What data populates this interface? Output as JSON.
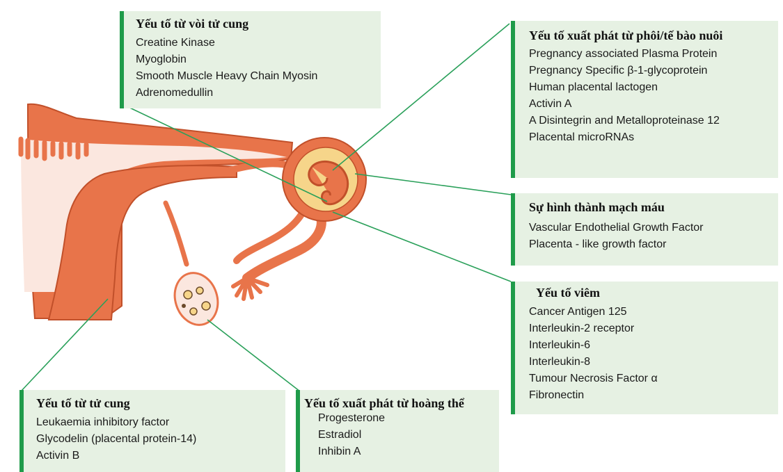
{
  "boxes": {
    "tube": {
      "title": "Yếu tố từ vòi tử cung",
      "items": [
        "Creatine Kinase",
        "Myoglobin",
        "Smooth Muscle Heavy Chain Myosin",
        "Adrenomedullin"
      ]
    },
    "embryo": {
      "title": "Yếu tố xuất phát từ phôi/tế bào nuôi",
      "items": [
        "Pregnancy associated Plasma Protein",
        "Pregnancy Specific β-1-glycoprotein",
        "Human placental lactogen",
        "Activin A",
        "A Disintegrin and Metalloproteinase 12",
        "Placental microRNAs"
      ]
    },
    "vessel": {
      "title": "Sự hình thành mạch máu",
      "items": [
        "Vascular Endothelial Growth Factor",
        "Placenta - like growth factor"
      ]
    },
    "inflammation": {
      "title": "Yếu tố viêm",
      "items": [
        "Cancer Antigen 125",
        "Interleukin-2 receptor",
        "Interleukin-6",
        "Interleukin-8",
        "Tumour Necrosis Factor α",
        "Fibronectin"
      ]
    },
    "uterus": {
      "title": "Yếu tố từ tử cung",
      "items": [
        "Leukaemia inhibitory factor",
        "Glycodelin (placental protein-14)",
        "Activin B"
      ]
    },
    "corpus_luteum": {
      "title": "Yếu tố xuất phát từ hoàng thể",
      "items": [
        "Progesterone",
        "Estradiol",
        "Inhibin A"
      ]
    }
  },
  "colors": {
    "tissue": "#e8744a",
    "tissue_outline": "#c1502a",
    "tissue_light": "#fbe7df",
    "sac_yellow": "#f6d58a",
    "box_background": "#e6f1e3",
    "accent_green": "#1f9b4a",
    "connector": "#2aa05a"
  }
}
